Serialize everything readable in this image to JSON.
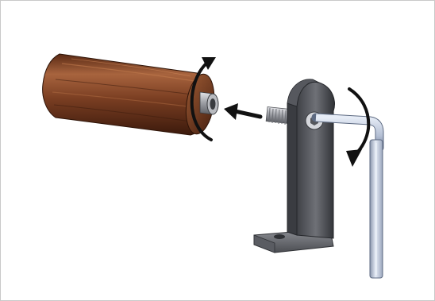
{
  "illustration": {
    "parts": [
      "wood-dowel",
      "threaded-insert",
      "bolt",
      "l-bracket",
      "hex-key"
    ],
    "icons": {
      "dowel_rotation": "rotate-arrow-icon",
      "insert_direction": "left-arrow-icon",
      "key_rotation": "rotate-arrow-icon"
    },
    "colors": {
      "wood_dark": "#4a2212",
      "wood_mid": "#7a3e22",
      "wood_light": "#a8643e",
      "metal_dark": "#4b4d52",
      "metal_mid": "#7a7c82",
      "metal_light": "#c5c7cc",
      "key_blue": "#c8d3e8",
      "arrow": "#111111",
      "frame_border": "#c9c9c9"
    }
  }
}
